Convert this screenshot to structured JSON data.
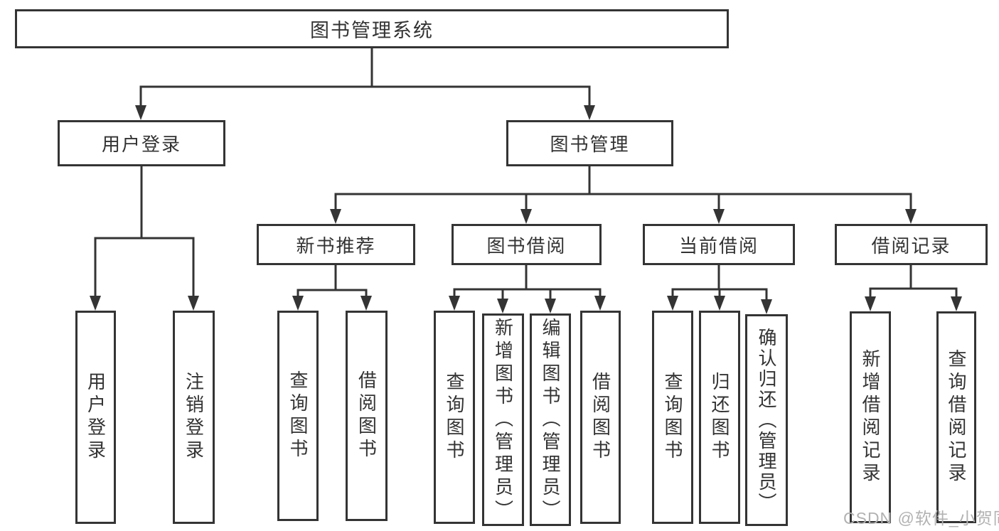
{
  "diagram": {
    "root": {
      "label": "图书管理系统"
    },
    "level2": [
      {
        "label": "用户登录"
      },
      {
        "label": "图书管理"
      }
    ],
    "level3": [
      {
        "label": "新书推荐"
      },
      {
        "label": "图书借阅"
      },
      {
        "label": "当前借阅"
      },
      {
        "label": "借阅记录"
      }
    ],
    "leaves": {
      "login": [
        {
          "label": "用户登录"
        },
        {
          "label": "注销登录"
        }
      ],
      "recommend": [
        {
          "label": "查询图书"
        },
        {
          "label": "借阅图书"
        }
      ],
      "borrowing": [
        {
          "label": "查询图书"
        },
        {
          "label": "新增图书（管理员）"
        },
        {
          "label": "编辑图书（管理员）"
        },
        {
          "label": "借阅图书"
        }
      ],
      "current": [
        {
          "label": "查询图书"
        },
        {
          "label": "归还图书"
        },
        {
          "label": "确认归还（管理员）"
        }
      ],
      "records": [
        {
          "label": "新增借阅记录"
        },
        {
          "label": "查询借阅记录"
        }
      ]
    },
    "watermark": "CSDN @软件_小贺同学",
    "colors": {
      "line": "#343434",
      "text": "#333333",
      "watermark": "#b2b2b2",
      "background": "#ffffff"
    }
  }
}
